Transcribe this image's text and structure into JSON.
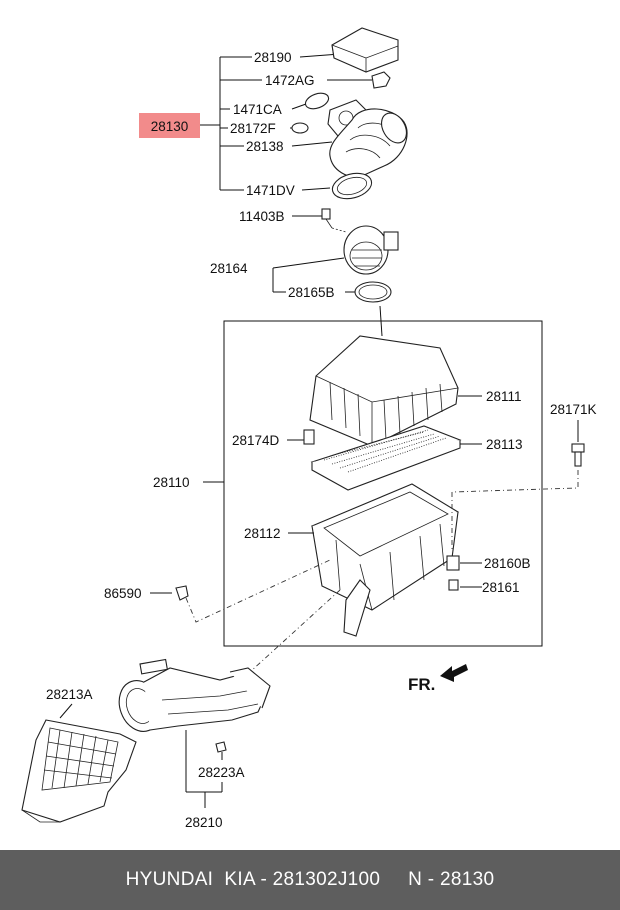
{
  "diagram": {
    "highlight_label": "28130",
    "highlight_color": "#f28b8b",
    "labels": {
      "p28190": "28190",
      "p1472AG": "1472AG",
      "p1471CA": "1471CA",
      "p28172F": "28172F",
      "p28138": "28138",
      "p1471DV": "1471DV",
      "p11403B": "11403B",
      "p28164": "28164",
      "p28165B": "28165B",
      "p28111": "28111",
      "p28171K": "28171K",
      "p28174D": "28174D",
      "p28113": "28113",
      "p28110": "28110",
      "p28112": "28112",
      "p28160B": "28160B",
      "p86590": "86590",
      "p28161": "28161",
      "p28213A": "28213A",
      "p28223A": "28223A",
      "p28210": "28210",
      "front": "FR."
    }
  },
  "footer": {
    "text": "HYUNDAI  KIA - 281302J100     N - 28130"
  }
}
